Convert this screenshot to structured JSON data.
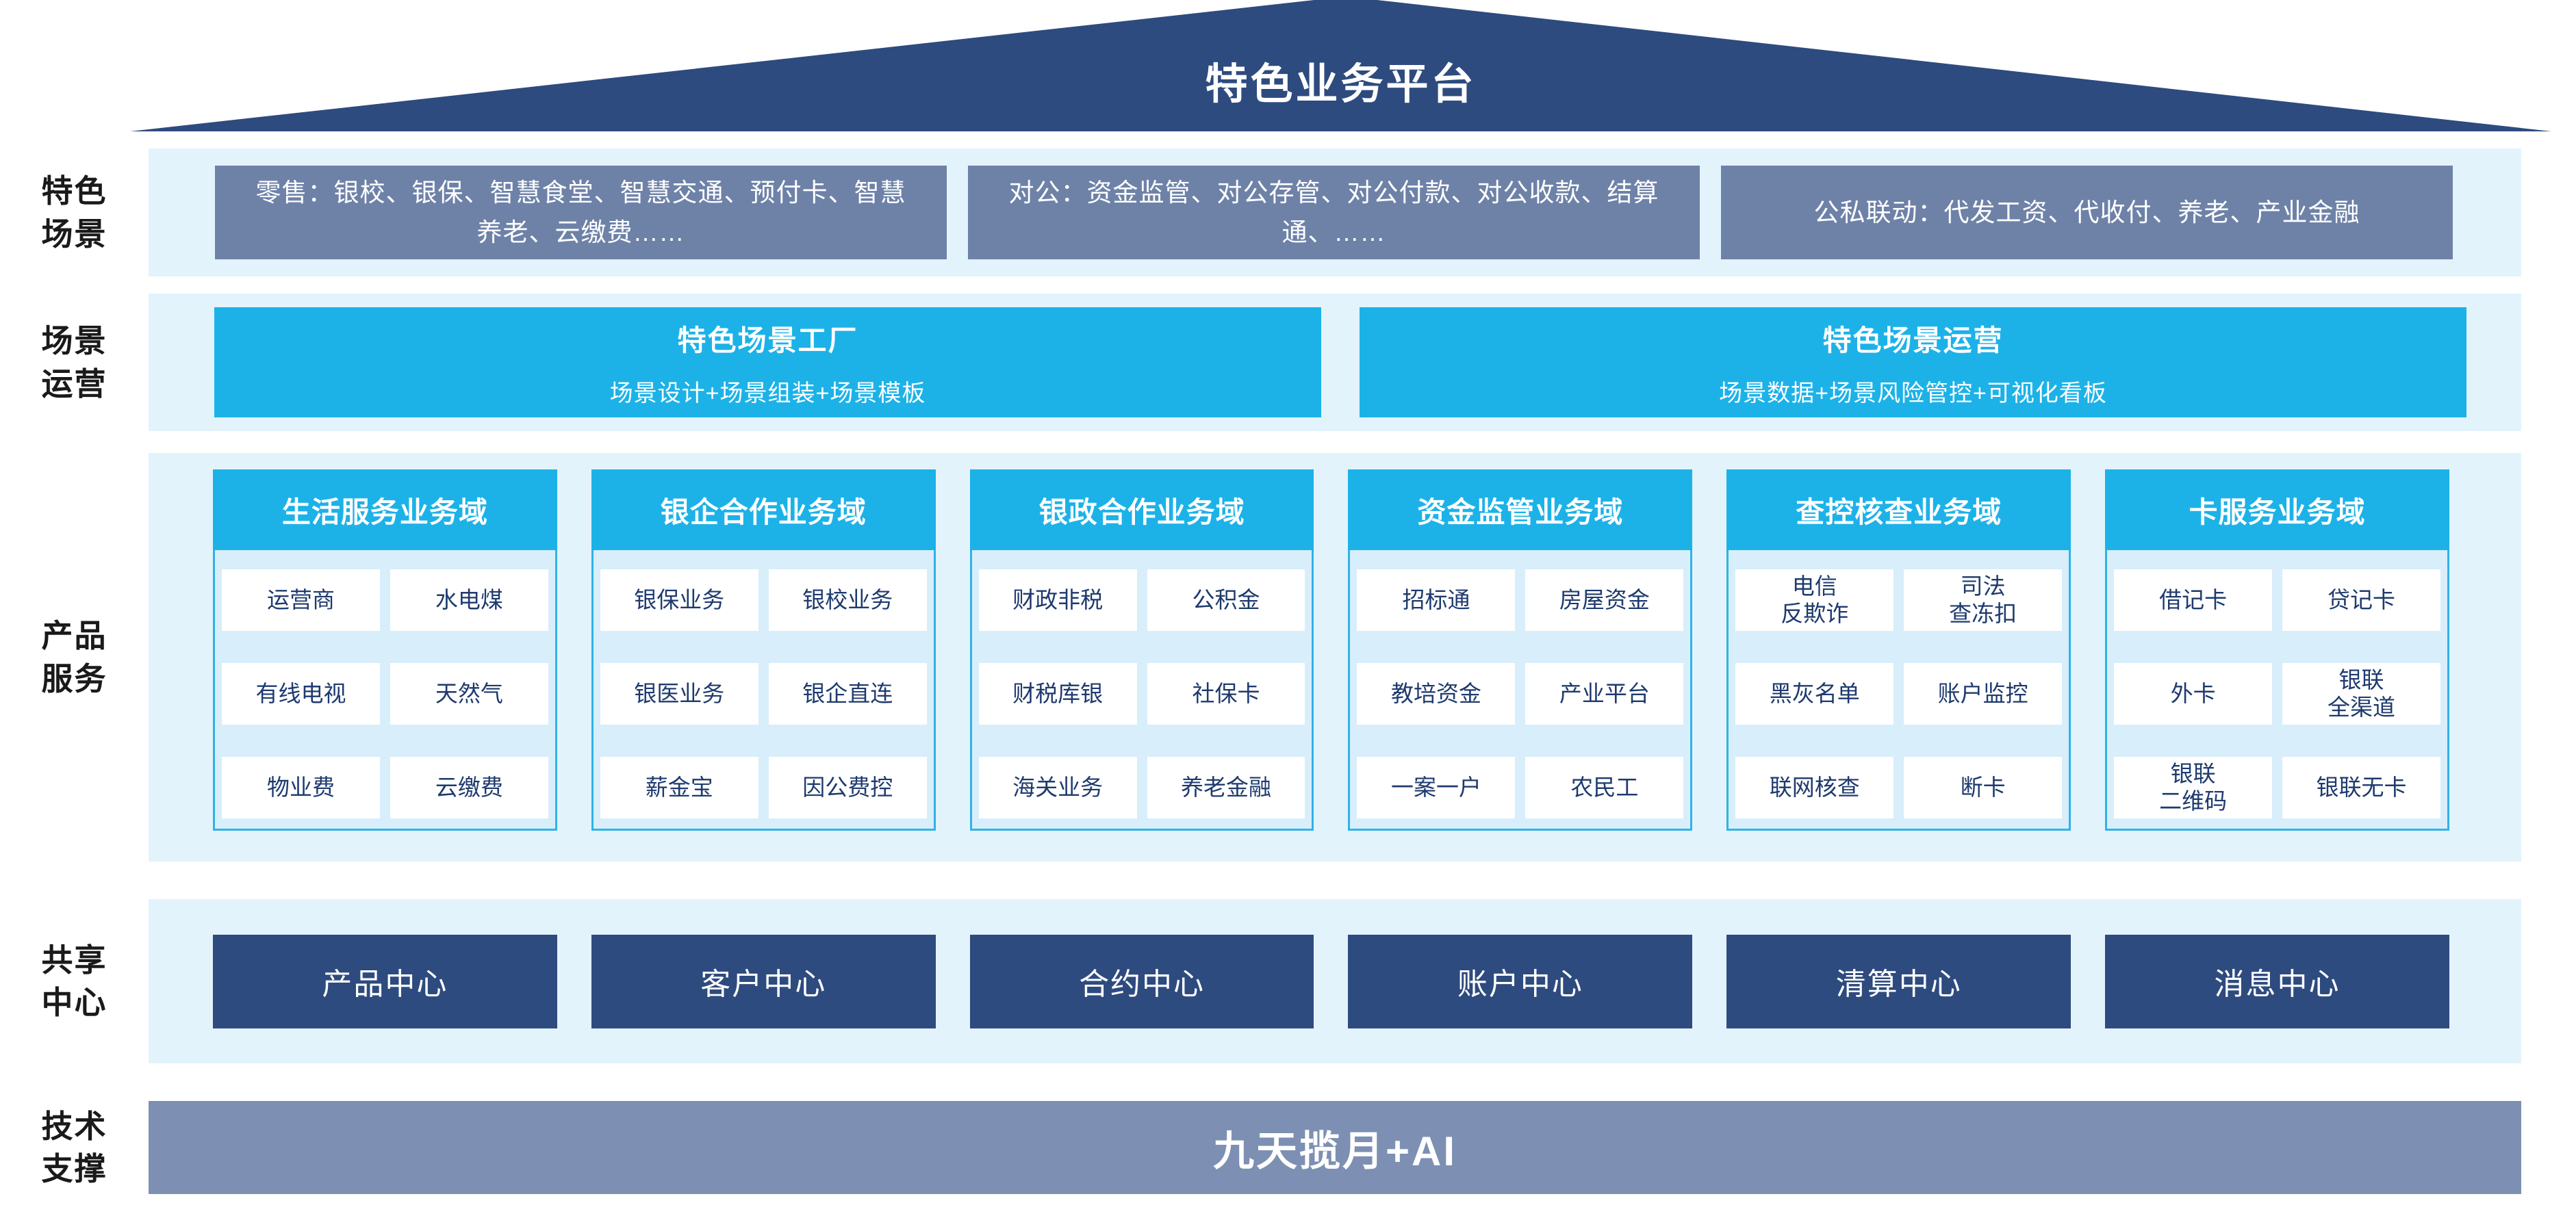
{
  "banner": {
    "title": "特色业务平台"
  },
  "sidebar": {
    "labels": [
      "特色\n场景",
      "场景\n运营",
      "产品\n服务",
      "共享\n中心",
      "技术\n支撑"
    ]
  },
  "scenes": {
    "items": [
      "零售：银校、银保、智慧食堂、智慧交通、预付卡、智慧养老、云缴费……",
      "对公：资金监管、对公存管、对公付款、对公收款、结算通、……",
      "公私联动：代发工资、代收付、养老、产业金融"
    ]
  },
  "ops": {
    "items": [
      {
        "title": "特色场景工厂",
        "subtitle": "场景设计+场景组装+场景模板"
      },
      {
        "title": "特色场景运营",
        "subtitle": "场景数据+场景风险管控+可视化看板"
      }
    ]
  },
  "domains": [
    {
      "header": "生活服务业务域",
      "cells": [
        "运营商",
        "水电煤",
        "有线电视",
        "天然气",
        "物业费",
        "云缴费"
      ]
    },
    {
      "header": "银企合作业务域",
      "cells": [
        "银保业务",
        "银校业务",
        "银医业务",
        "银企直连",
        "薪金宝",
        "因公费控"
      ]
    },
    {
      "header": "银政合作业务域",
      "cells": [
        "财政非税",
        "公积金",
        "财税库银",
        "社保卡",
        "海关业务",
        "养老金融"
      ]
    },
    {
      "header": "资金监管业务域",
      "cells": [
        "招标通",
        "房屋资金",
        "教培资金",
        "产业平台",
        "一案一户",
        "农民工"
      ]
    },
    {
      "header": "查控核查业务域",
      "cells": [
        "电信\n反欺诈",
        "司法\n查冻扣",
        "黑灰名单",
        "账户监控",
        "联网核查",
        "断卡"
      ]
    },
    {
      "header": "卡服务业务域",
      "cells": [
        "借记卡",
        "贷记卡",
        "外卡",
        "银联\n全渠道",
        "银联\n二维码",
        "银联无卡"
      ]
    }
  ],
  "centers": {
    "items": [
      "产品中心",
      "客户中心",
      "合约中心",
      "账户中心",
      "清算中心",
      "消息中心"
    ]
  },
  "tech": {
    "bar": "九天揽月+AI"
  },
  "colors": {
    "navy": "#2E4B7F",
    "slate": "#6E82A8",
    "slate_light": "#7D90B3",
    "cyan": "#1CB2E8",
    "band": "#E3F3FC",
    "panel": "#D8EEFA",
    "cell_text": "#1E3A6E"
  }
}
